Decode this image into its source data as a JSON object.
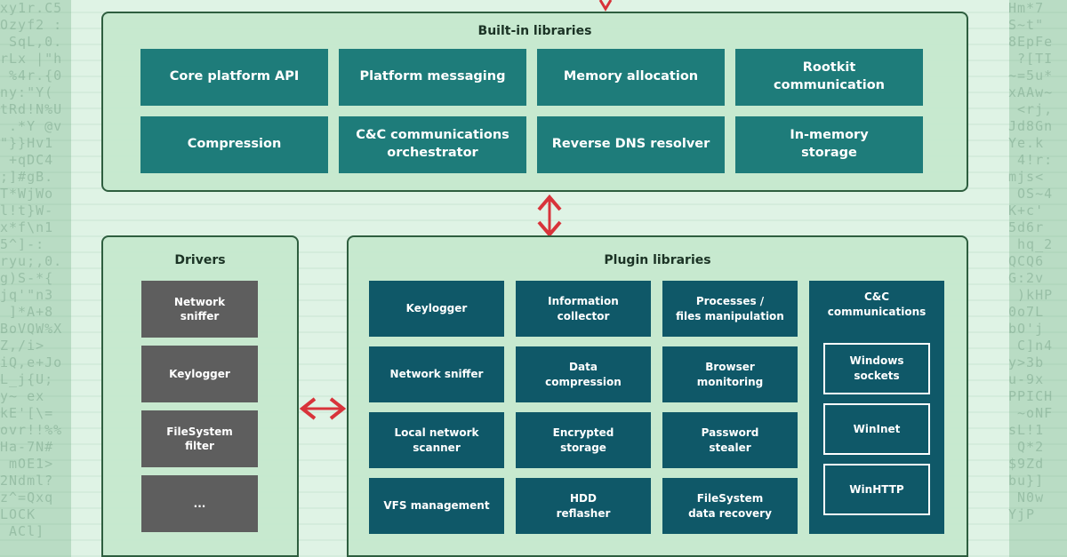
{
  "builtin": {
    "title": "Built-in libraries",
    "items": [
      {
        "label": "Core platform API"
      },
      {
        "label": "Platform messaging"
      },
      {
        "label": "Memory allocation"
      },
      {
        "label": "Rootkit\ncommunication"
      },
      {
        "label": "Compression"
      },
      {
        "label": "C&C communications\norchestrator"
      },
      {
        "label": "Reverse DNS resolver"
      },
      {
        "label": "In-memory\nstorage"
      }
    ]
  },
  "drivers": {
    "title": "Drivers",
    "items": [
      {
        "label": "Network\nsniffer"
      },
      {
        "label": "Keylogger"
      },
      {
        "label": "FileSystem\nfilter"
      },
      {
        "label": "..."
      }
    ]
  },
  "plugins": {
    "title": "Plugin libraries",
    "items": [
      {
        "label": "Keylogger"
      },
      {
        "label": "Information\ncollector"
      },
      {
        "label": "Processes /\nfiles manipulation"
      },
      {
        "label": "Network sniffer"
      },
      {
        "label": "Data\ncompression"
      },
      {
        "label": "Browser\nmonitoring"
      },
      {
        "label": "Local network\nscanner"
      },
      {
        "label": "Encrypted\nstorage"
      },
      {
        "label": "Password\nstealer"
      },
      {
        "label": "VFS management"
      },
      {
        "label": "HDD\nreflasher"
      },
      {
        "label": "FileSystem\ndata recovery"
      }
    ],
    "cc": {
      "title": "C&C\ncommunications",
      "items": [
        {
          "label": "Windows\nsockets"
        },
        {
          "label": "WinInet"
        },
        {
          "label": "WinHTTP"
        }
      ]
    }
  },
  "colors": {
    "builtin_box": "#1e7c7a",
    "driver_box": "#5e5e5e",
    "plugin_box": "#0f5868",
    "panel_border": "#2e5e3f",
    "arrow": "#d8333a"
  },
  "icons": [
    "double-arrow-icon",
    "down-arrow-icon"
  ]
}
